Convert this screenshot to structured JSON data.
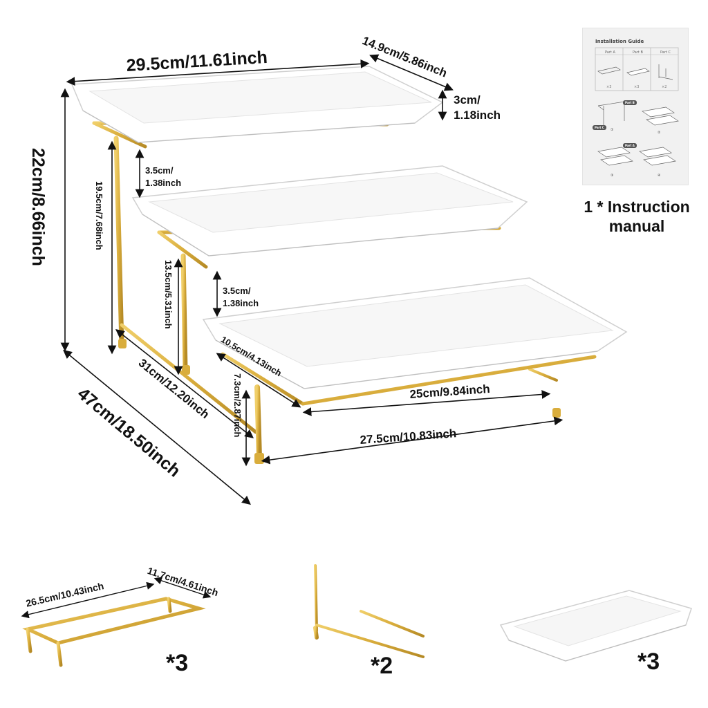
{
  "colors": {
    "gold": "#d9ad3c",
    "gold_dark": "#b58a25",
    "tray_white": "#ffffff",
    "tray_edge": "#cfcfcf",
    "arrow": "#111111"
  },
  "dims": {
    "top_length": "29.5cm/11.61inch",
    "top_width": "14.9cm/5.86inch",
    "tray_depth_line1": "3cm/",
    "tray_depth_line2": "1.18inch",
    "total_height": "22cm/8.66inch",
    "gap_top_line1": "3.5cm/",
    "gap_top_line2": "1.38inch",
    "upper_leg": "19.5cm/7.68inch",
    "gap_mid_line1": "3.5cm/",
    "gap_mid_line2": "1.38inch",
    "middle_leg": "13.5cm/5.31inch",
    "bottom_width": "10.5cm/4.13inch",
    "bottom_length": "25cm/9.84inch",
    "frame_depth": "31cm/12.20inch",
    "bottom_leg": "7.3cm/2.87inch",
    "frame_length": "27.5cm/10.83inch",
    "total_depth": "47cm/18.50inch"
  },
  "manual": {
    "title": "Installation Guide",
    "parts": [
      "Part A",
      "Part B",
      "Part C"
    ],
    "counts": [
      "×3",
      "×3",
      "×2"
    ],
    "badges": [
      "Part B",
      "Part C",
      "Part A"
    ],
    "steps": [
      "①",
      "②",
      "③",
      "④"
    ]
  },
  "caption": {
    "line1": "1 * Instruction",
    "line2": "manual"
  },
  "components": {
    "frame_length": "26.5cm/10.43inch",
    "frame_width": "11.7cm/4.61inch",
    "frame_qty": "*3",
    "stand_qty": "*2",
    "tray_qty": "*3"
  }
}
